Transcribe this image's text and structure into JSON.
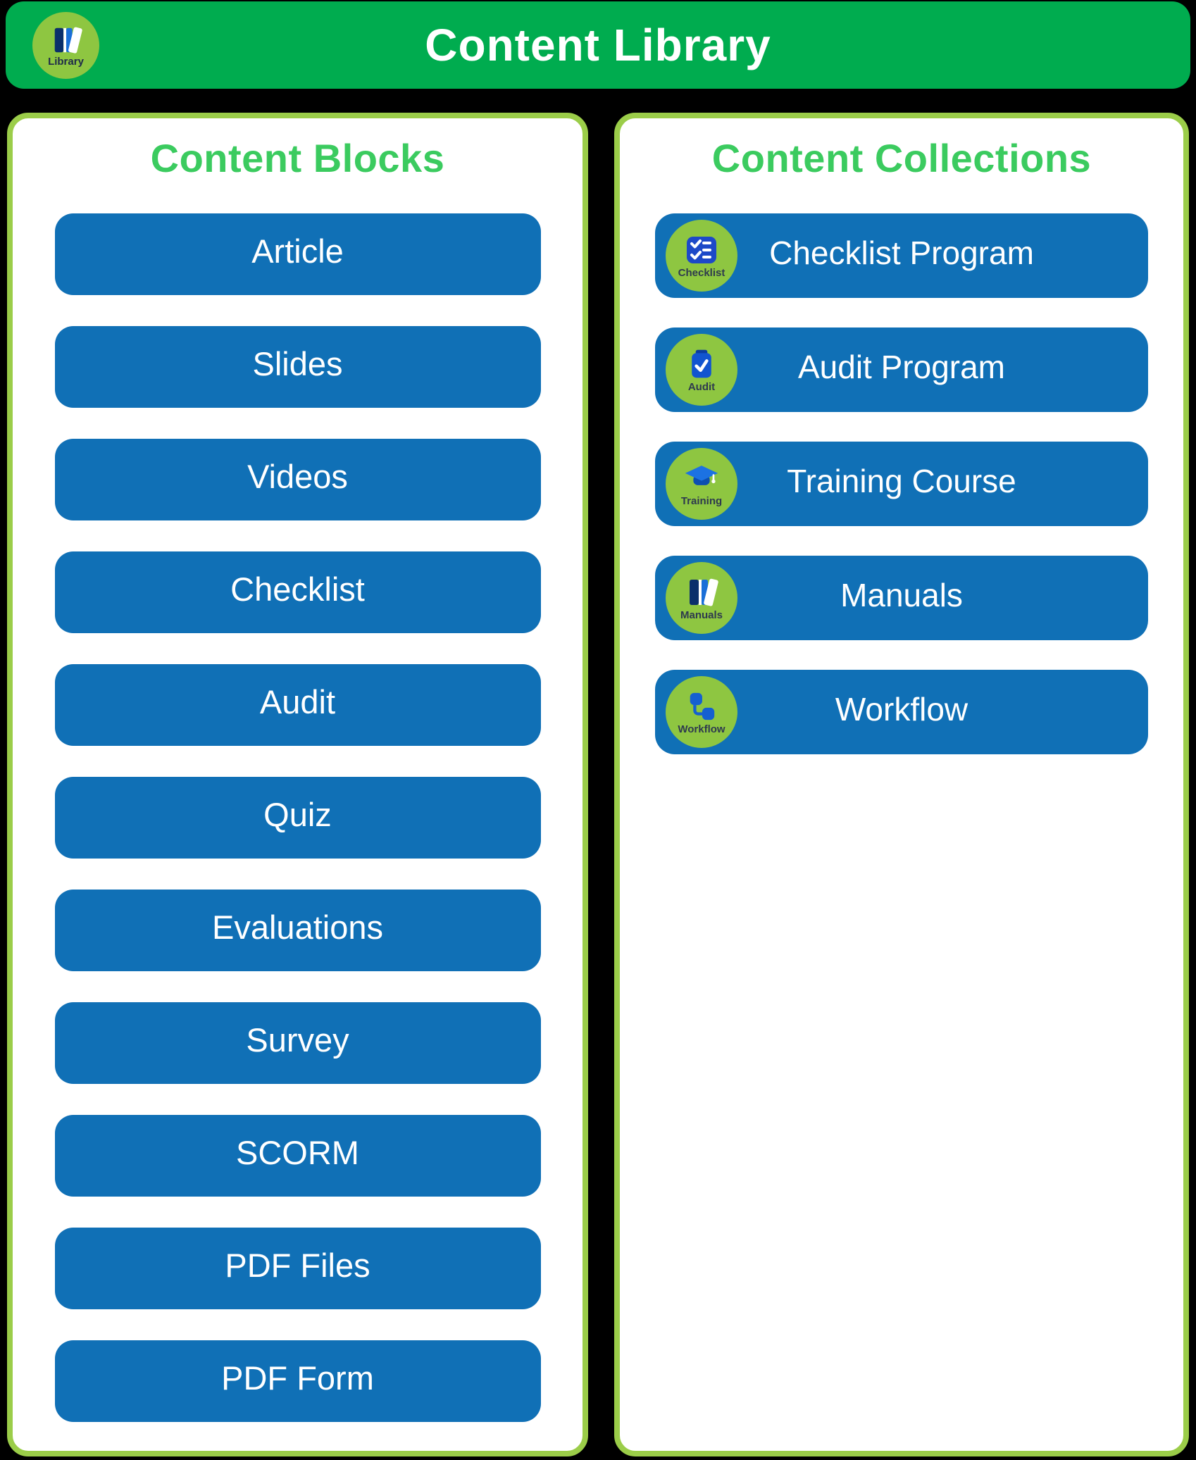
{
  "header": {
    "title": "Content Library",
    "logo": {
      "label": "Library",
      "icon": "library-books-icon"
    }
  },
  "panels": {
    "blocks": {
      "title": "Content Blocks",
      "items": [
        "Article",
        "Slides",
        "Videos",
        "Checklist",
        "Audit",
        "Quiz",
        "Evaluations",
        "Survey",
        "SCORM",
        "PDF Files",
        "PDF Form"
      ]
    },
    "collections": {
      "title": "Content Collections",
      "items": [
        {
          "label": "Checklist Program",
          "icon": "checklist-icon",
          "icon_label": "Checklist"
        },
        {
          "label": "Audit Program",
          "icon": "audit-clipboard-icon",
          "icon_label": "Audit"
        },
        {
          "label": "Training Course",
          "icon": "graduation-cap-icon",
          "icon_label": "Training"
        },
        {
          "label": "Manuals",
          "icon": "books-icon",
          "icon_label": "Manuals"
        },
        {
          "label": "Workflow",
          "icon": "workflow-icon",
          "icon_label": "Workflow"
        }
      ]
    }
  },
  "colors": {
    "page_bg": "#000000",
    "header_green": "#00AC4F",
    "title_green": "#3BCB5F",
    "panel_border_green": "#9BCD49",
    "icon_circle_green": "#8EC641",
    "button_blue": "#1070B6",
    "icon_royal_blue": "#1D49C8",
    "icon_clipboard_blue": "#1155D0",
    "icon_navy": "#0B2F6B",
    "icon_book_blue": "#1A6FD8",
    "icon_label_navy": "#2E3A4E",
    "text_white": "#FFFFFF"
  }
}
